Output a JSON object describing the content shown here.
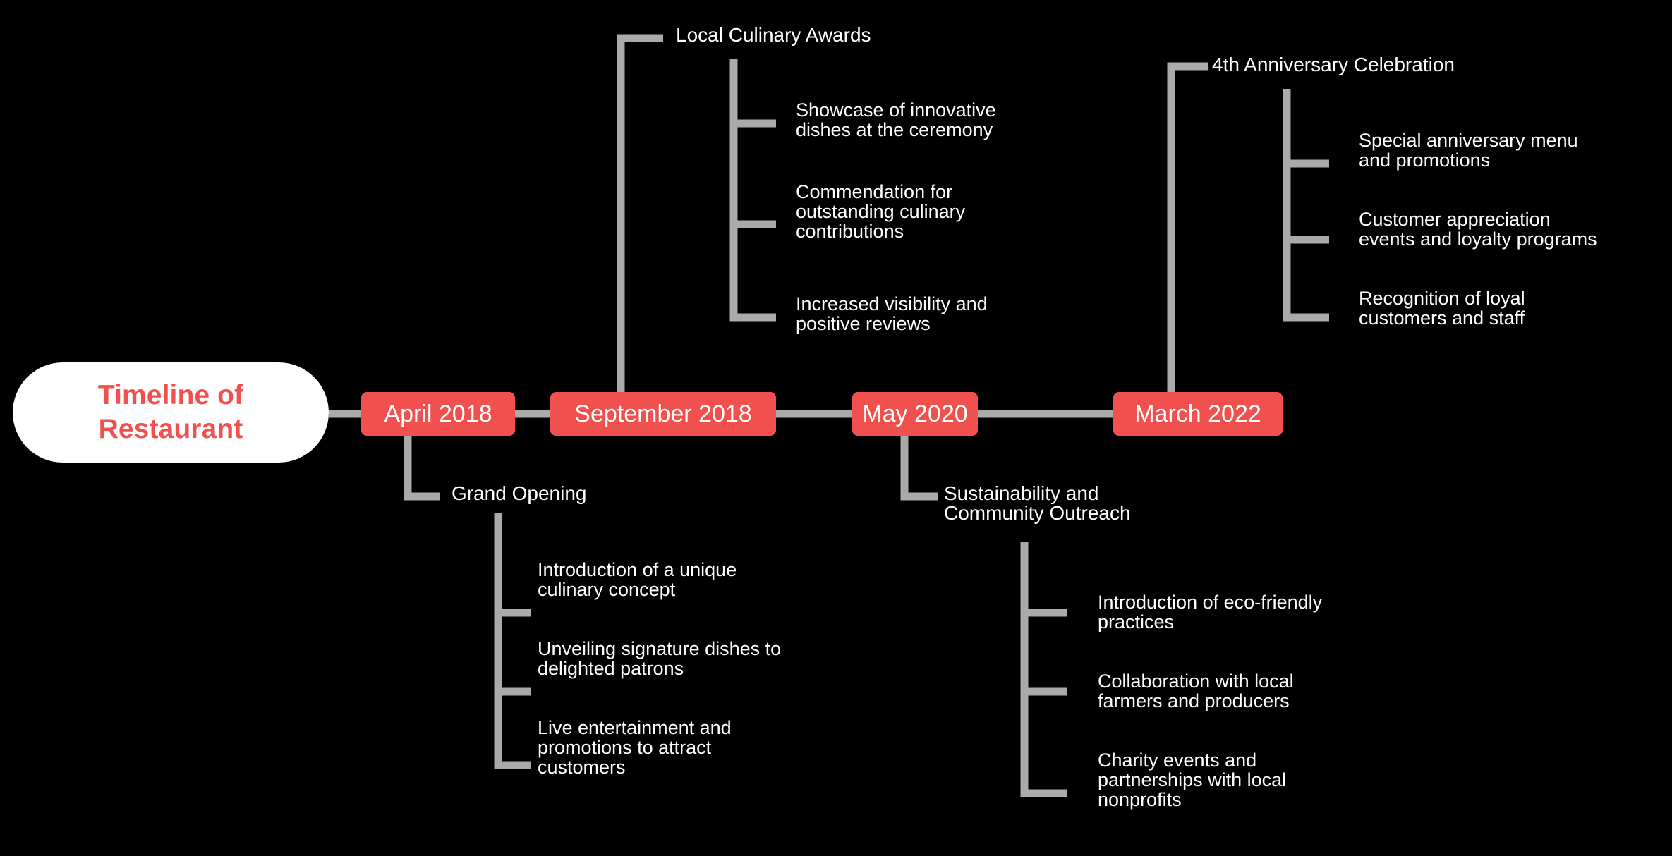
{
  "diagram": {
    "type": "timeline",
    "title": "Timeline of Restaurant",
    "background_color": "#000000",
    "accent_color": "#F0514F",
    "connector_color": "#AAAAAA",
    "text_color": "#FFFFFF",
    "root_fill_color": "#FFFFFF"
  },
  "root": {
    "label": "Timeline of\nRestaurant"
  },
  "milestones": [
    {
      "id": "april-2018",
      "label": "April 2018",
      "branch": {
        "label": "Grand Opening",
        "items": [
          "Introduction of a unique\nculinary concept",
          "Unveiling signature dishes to\ndelighted patrons",
          "Live entertainment and\npromotions to attract\ncustomers"
        ]
      }
    },
    {
      "id": "september-2018",
      "label": "September 2018",
      "branch": {
        "label": "Local Culinary Awards",
        "items": [
          "Showcase of innovative\ndishes at the ceremony",
          "Commendation for\noutstanding culinary\ncontributions",
          "Increased visibility and\npositive reviews"
        ]
      }
    },
    {
      "id": "may-2020",
      "label": "May 2020",
      "branch": {
        "label": "Sustainability and\nCommunity Outreach",
        "items": [
          "Introduction of eco-friendly\npractices",
          "Collaboration with local\nfarmers and producers",
          "Charity events and\npartnerships with local\nnonprofits"
        ]
      }
    },
    {
      "id": "march-2022",
      "label": "March 2022",
      "branch": {
        "label": "4th Anniversary Celebration",
        "items": [
          "Special anniversary menu\nand promotions",
          "Customer appreciation\nevents and loyalty programs",
          "Recognition of loyal\ncustomers and staff"
        ]
      }
    }
  ]
}
